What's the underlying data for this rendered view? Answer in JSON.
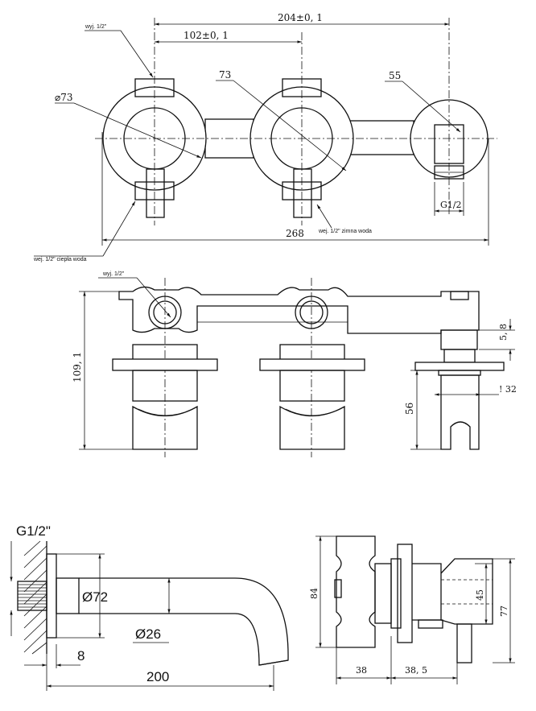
{
  "top_view": {
    "dim_204": "204±0, 1",
    "dim_102": "102±0, 1",
    "dim_73": "73",
    "dim_55": "55",
    "dim_phi73": "⌀73",
    "dim_268": "268",
    "dim_g12": "G1/2",
    "note_outlet": "wyj. 1/2\"",
    "note_cold": "wej. 1/2\" zimna woda",
    "note_hot": "wej. 1/2\" ciepła woda"
  },
  "side_view": {
    "note_outlet": "wyj. 1/2\"",
    "dim_109": "109, 1",
    "dim_5_8": "5, 8",
    "dim_32": "32",
    "dim_56": "56"
  },
  "spout_view": {
    "thread": "G1/2\"",
    "dim_phi72": "Ø72",
    "dim_phi26": "Ø26",
    "dim_8": "8",
    "dim_200": "200"
  },
  "holder_view": {
    "dim_84": "84",
    "dim_45": "45",
    "dim_77": "77",
    "dim_38": "38",
    "dim_38_5": "38, 5"
  }
}
